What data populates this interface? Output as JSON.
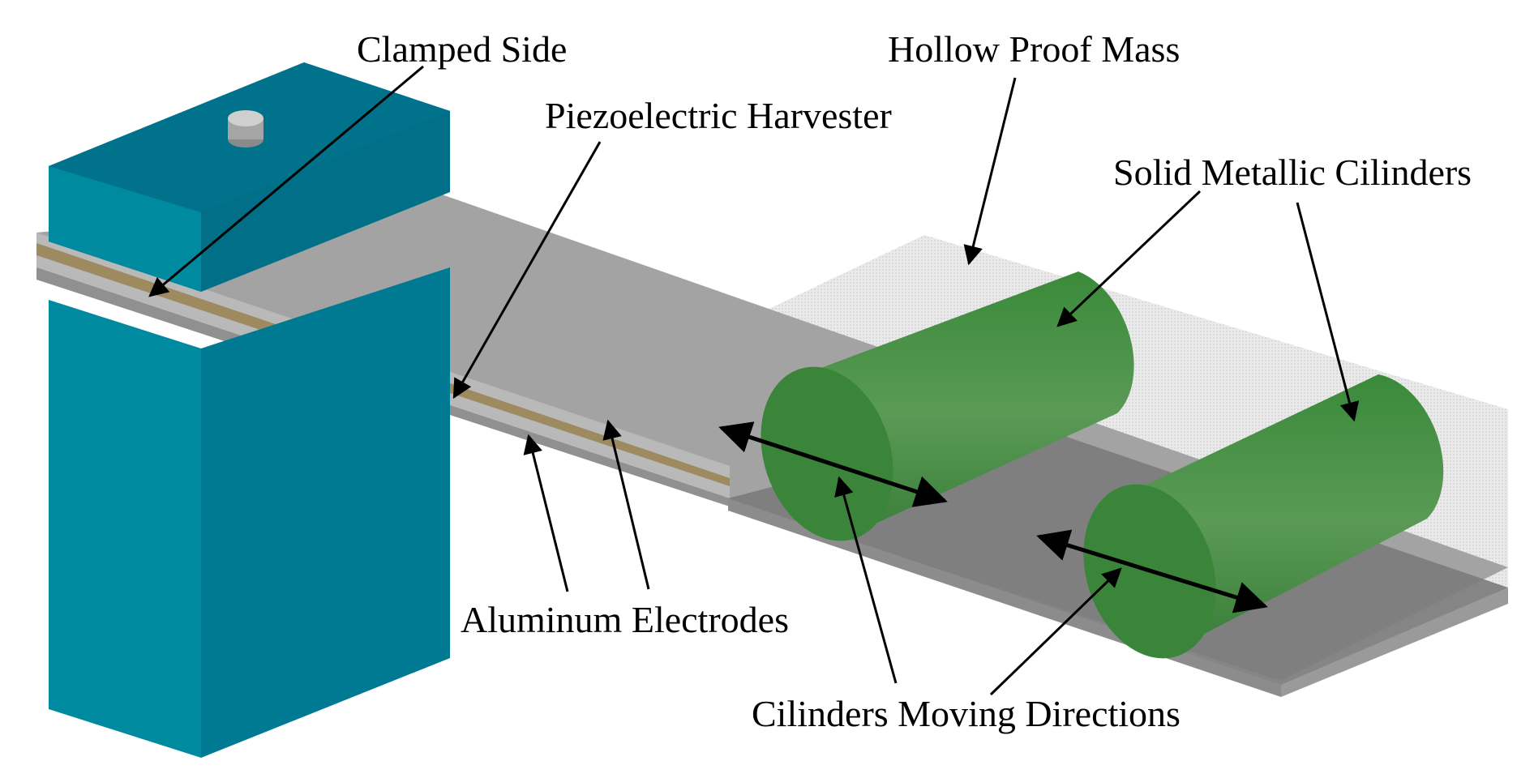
{
  "diagram": {
    "labels": {
      "clamped_side": "Clamped Side",
      "hollow_proof_mass": "Hollow Proof Mass",
      "piezoelectric_harvester": "Piezoelectric Harvester",
      "solid_metallic_cilinders": "Solid Metallic Cilinders",
      "aluminum_electrodes": "Aluminum Electrodes",
      "cilinders_moving_directions": "Cilinders Moving Directions"
    },
    "colors": {
      "clamp_top": "#00708a",
      "clamp_front": "#008aa0",
      "clamp_side": "#006f87",
      "beam_top": "#a3a3a3",
      "beam_edge": "#b9b9b9",
      "piezo_layer": "#9e8a5f",
      "cylinder": "#3f8a3f",
      "proof_mass": "#d9d9d9",
      "arrows": "#000000"
    }
  }
}
